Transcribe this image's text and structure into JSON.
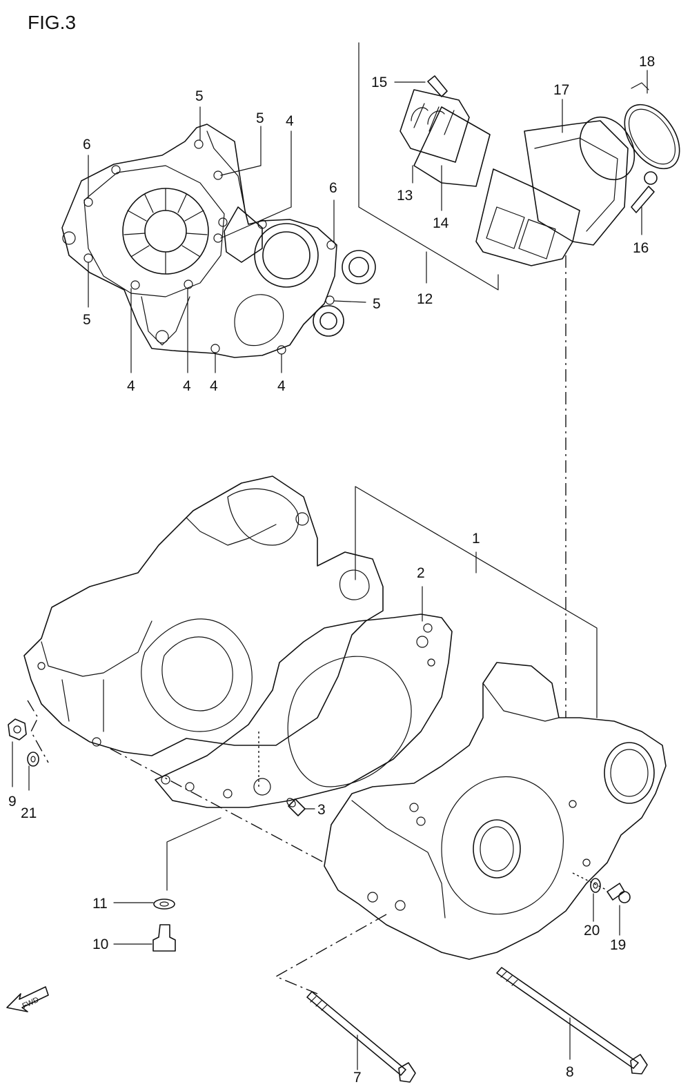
{
  "figure": {
    "title": "FIG.3"
  },
  "fwd_label": "FWD",
  "parts": [
    {
      "key": "p1",
      "label": "1"
    },
    {
      "key": "p2",
      "label": "2"
    },
    {
      "key": "p3",
      "label": "3"
    },
    {
      "key": "p4a",
      "label": "4"
    },
    {
      "key": "p4b",
      "label": "4"
    },
    {
      "key": "p4c",
      "label": "4"
    },
    {
      "key": "p4d",
      "label": "4"
    },
    {
      "key": "p4e",
      "label": "4"
    },
    {
      "key": "p5a",
      "label": "5"
    },
    {
      "key": "p5b",
      "label": "5"
    },
    {
      "key": "p5c",
      "label": "5"
    },
    {
      "key": "p5d",
      "label": "5"
    },
    {
      "key": "p6a",
      "label": "6"
    },
    {
      "key": "p6b",
      "label": "6"
    },
    {
      "key": "p7",
      "label": "7"
    },
    {
      "key": "p8",
      "label": "8"
    },
    {
      "key": "p9",
      "label": "9"
    },
    {
      "key": "p10",
      "label": "10"
    },
    {
      "key": "p11",
      "label": "11"
    },
    {
      "key": "p12",
      "label": "12"
    },
    {
      "key": "p13",
      "label": "13"
    },
    {
      "key": "p14",
      "label": "14"
    },
    {
      "key": "p15",
      "label": "15"
    },
    {
      "key": "p16",
      "label": "16"
    },
    {
      "key": "p17",
      "label": "17"
    },
    {
      "key": "p18",
      "label": "18"
    },
    {
      "key": "p19",
      "label": "19"
    },
    {
      "key": "p20",
      "label": "20"
    },
    {
      "key": "p21",
      "label": "21"
    }
  ]
}
